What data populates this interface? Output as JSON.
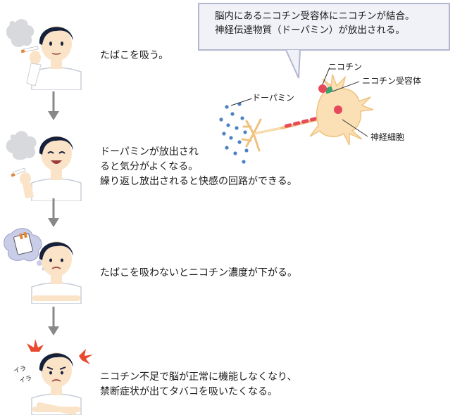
{
  "steps": [
    {
      "text": [
        "たばこを吸う。"
      ]
    },
    {
      "text": [
        "ドーパミンが放出され",
        "ると気分がよくなる。",
        "繰り返し放出されると快感の回路ができる。"
      ]
    },
    {
      "text": [
        "たばこを吸わないとニコチン濃度が下がる。"
      ]
    },
    {
      "text": [
        "ニコチン不足で脳が正常に機能しなくなり、",
        "禁断症状が出てタバコを吸いたくなる。"
      ]
    }
  ],
  "callout": {
    "lines": [
      "脳内にあるニコチン受容体にニコチンが結合。",
      "神経伝達物質（ドーパミン）が放出される。"
    ]
  },
  "neuron_labels": {
    "nicotine": "ニコチン",
    "receptor": "ニコチン受容体",
    "dopamine": "ドーパミン",
    "nerve_cell": "神経細胞"
  },
  "irritation_text": [
    "イラ",
    "イラ"
  ],
  "colors": {
    "hair": "#15213a",
    "skin": "#fbe3c8",
    "shirt": "#ffffff",
    "arrow": "#888888",
    "callout_bg": "#f1f2f8",
    "callout_border": "#b3b6cf",
    "neuron": "#fbe0b5",
    "neuron_stroke": "#efc27e",
    "dopamine_dot": "#4c82c3",
    "nicotine_dot": "#e8495a",
    "receptor": "#3aa36f",
    "burst": "#e8492f"
  }
}
